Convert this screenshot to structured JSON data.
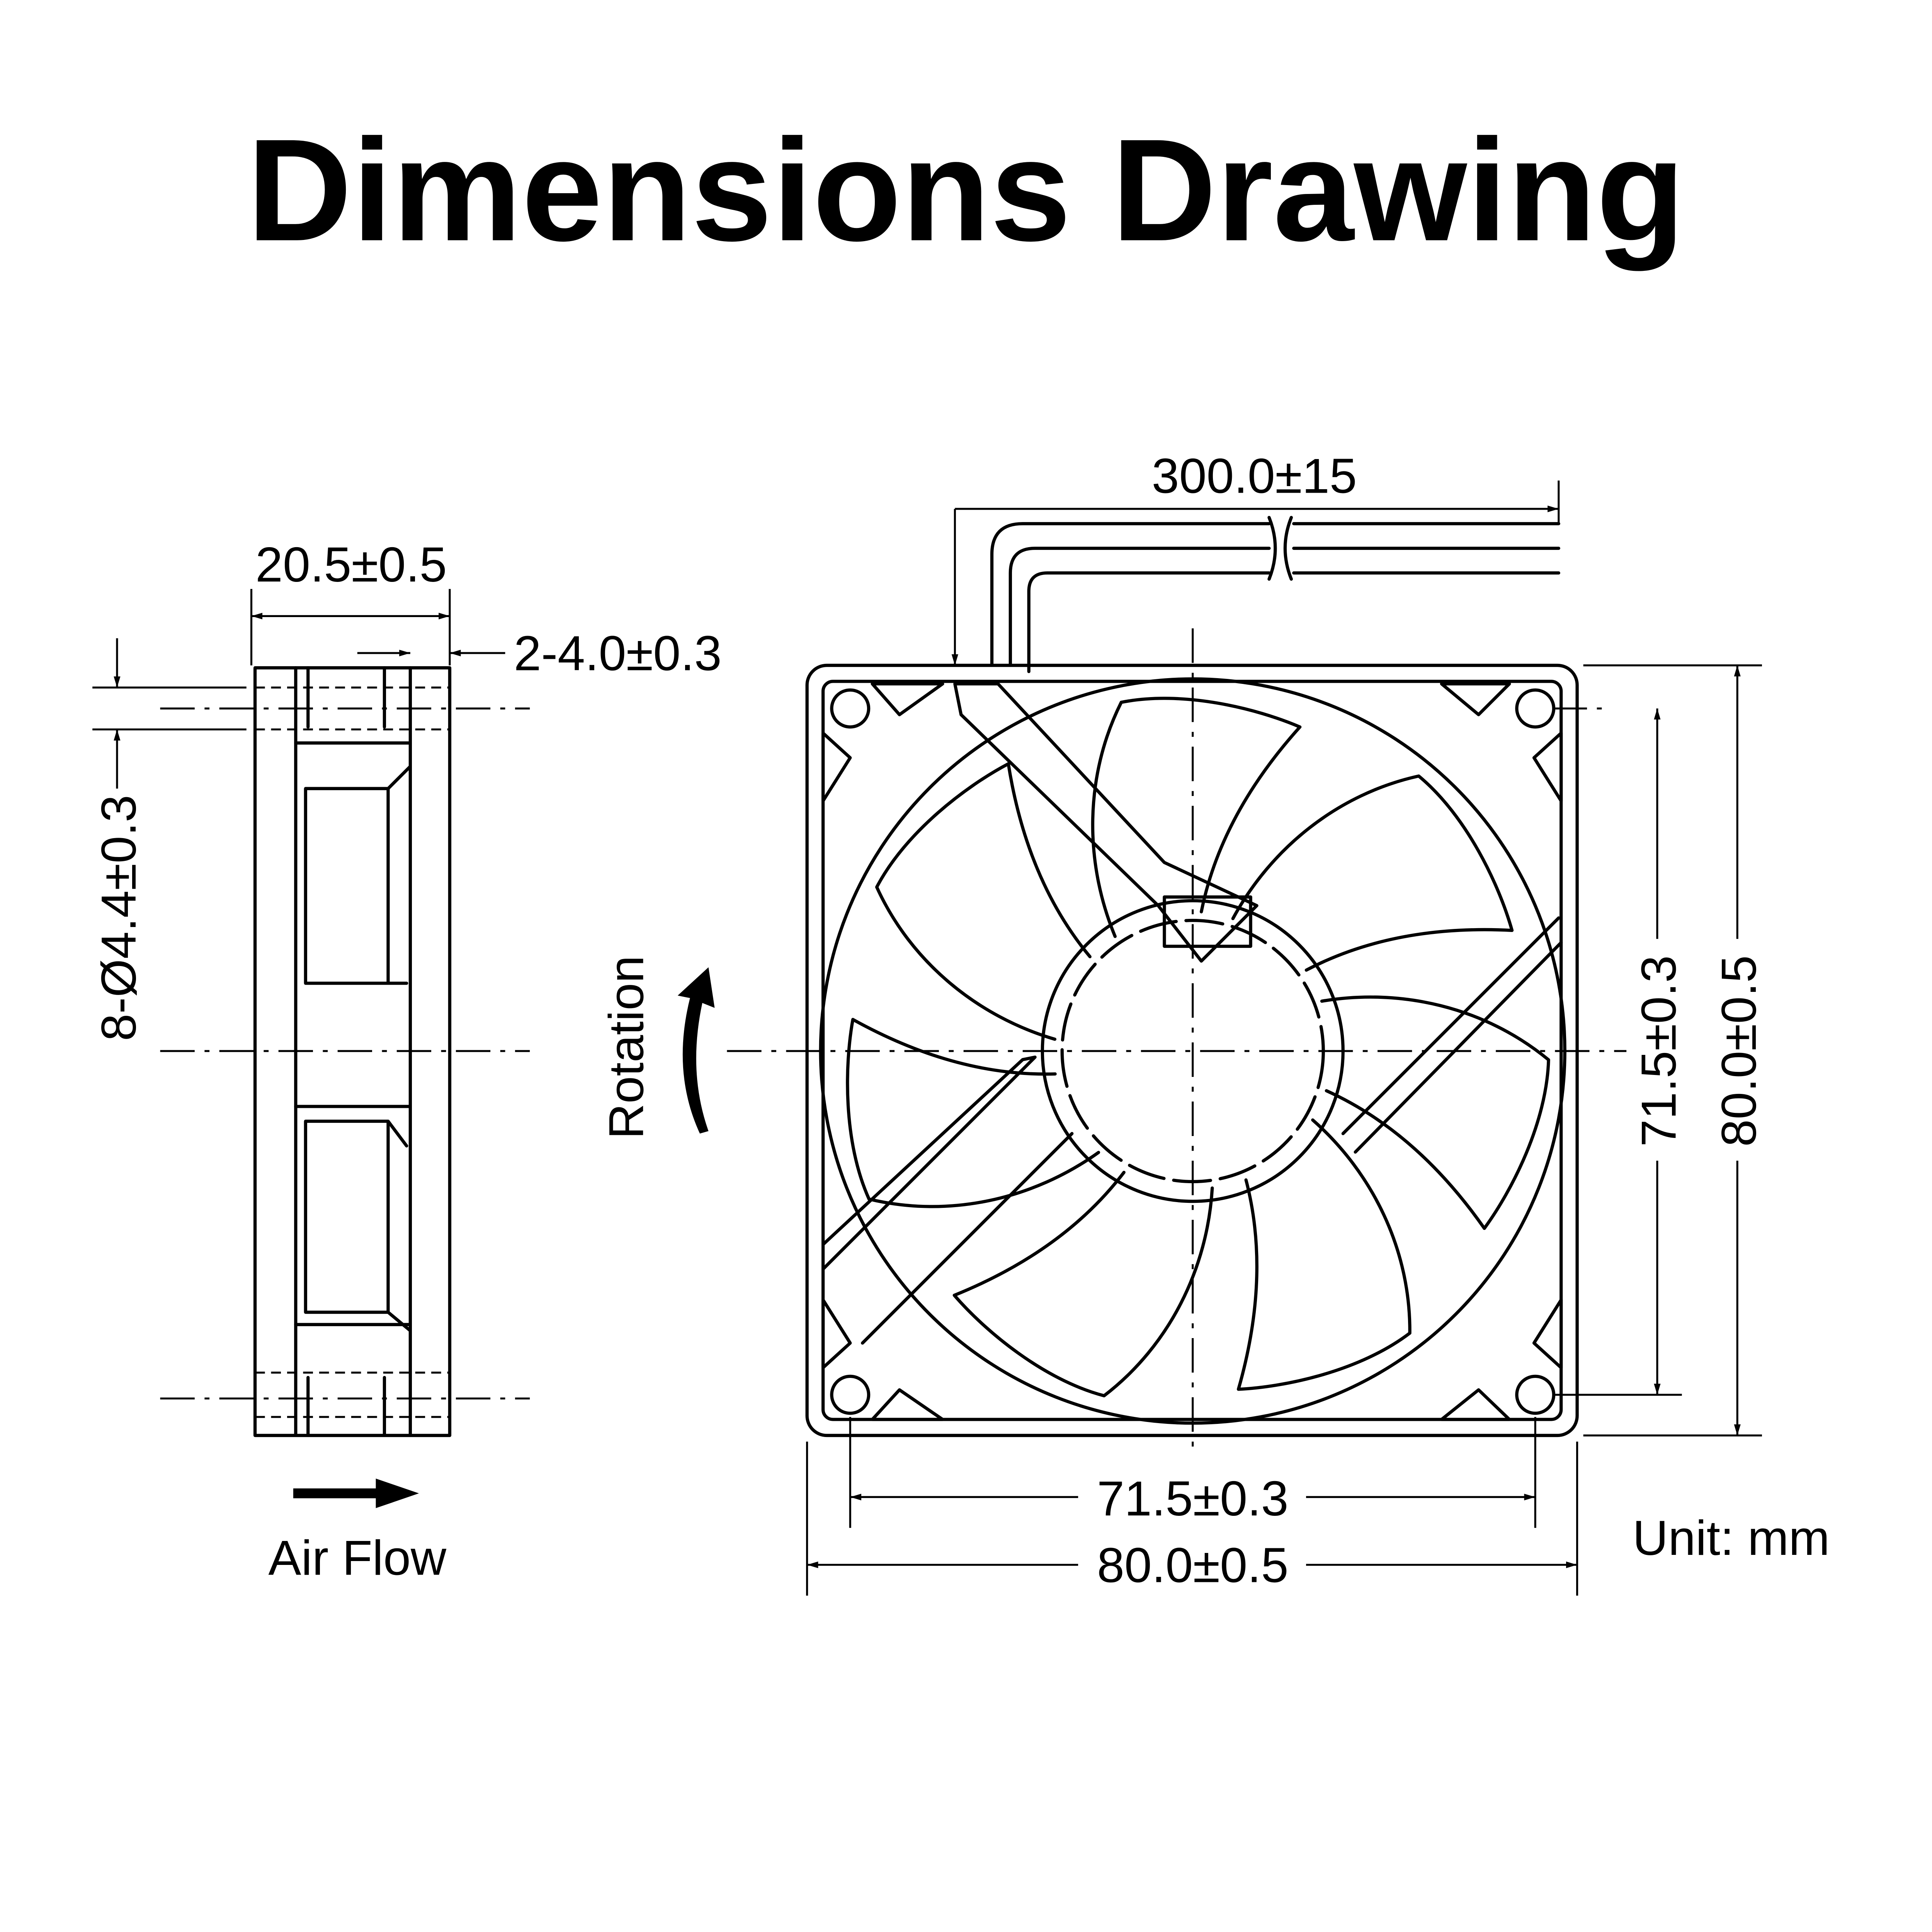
{
  "title": "Dimensions Drawing",
  "side_view": {
    "width_dim": "20.5±0.5",
    "flange_dim": "2-4.0±0.3",
    "hole_dim": "8-Ø4.4±0.3",
    "airflow_label": "Air Flow"
  },
  "front_view": {
    "cable_length_dim": "300.0±15",
    "rotation_label": "Rotation",
    "hole_spacing_vertical": "71.5±0.3",
    "height_dim": "80.0±0.5",
    "hole_spacing_horizontal": "71.5±0.3",
    "width_dim": "80.0±0.5"
  },
  "unit_label": "Unit: mm"
}
